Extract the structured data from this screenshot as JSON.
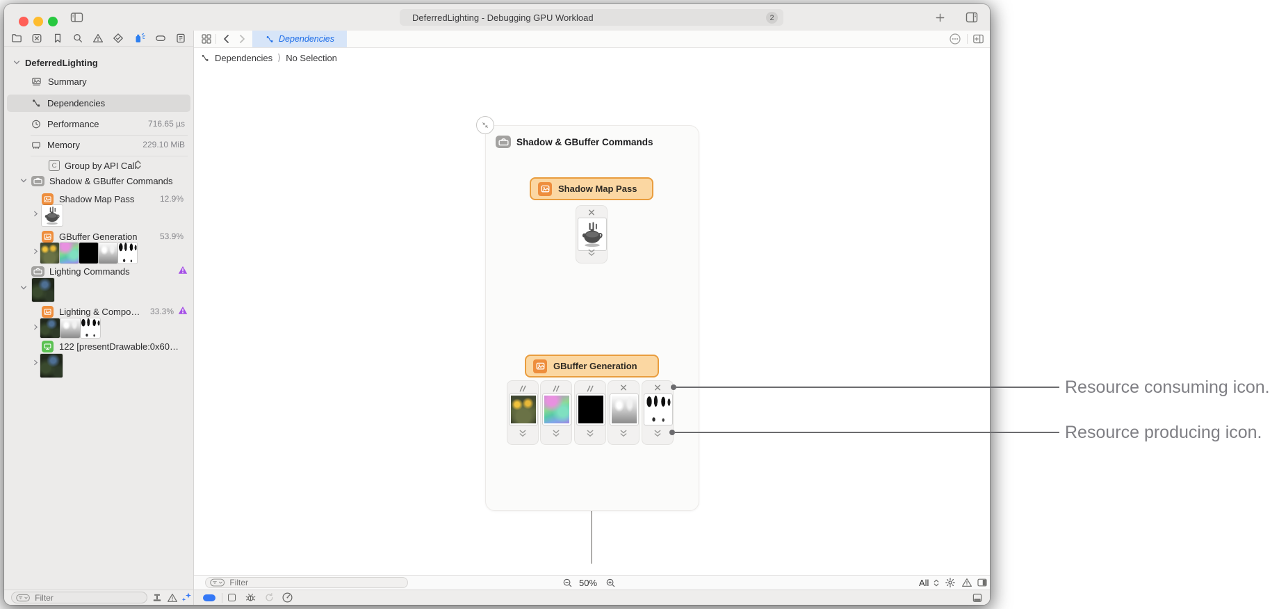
{
  "window": {
    "title": "DeferredLighting - Debugging GPU Workload",
    "tab_badge": "2"
  },
  "sidebar": {
    "project": "DeferredLighting",
    "items": {
      "summary": "Summary",
      "dependencies": "Dependencies",
      "performance": "Performance",
      "performance_value": "716.65 µs",
      "memory": "Memory",
      "memory_value": "229.10 MiB",
      "group_by": "Group by API Call",
      "shadow_group": "Shadow & GBuffer Commands",
      "shadow_pass": "Shadow Map Pass",
      "shadow_pass_value": "12.9%",
      "gbuffer": "GBuffer Generation",
      "gbuffer_value": "53.9%",
      "lighting_group": "Lighting Commands",
      "lighting_pass": "Lighting & Compo…",
      "lighting_pass_value": "33.3%",
      "present_drawable": "122 [presentDrawable:0x60…"
    },
    "filter_placeholder": "Filter"
  },
  "main": {
    "tab_label": "Dependencies",
    "breadcrumb": {
      "root": "Dependencies",
      "separator": "⟩",
      "current": "No Selection"
    },
    "graph": {
      "group_title": "Shadow & GBuffer Commands",
      "shadow_node": "Shadow Map Pass",
      "gbuffer_node": "GBuffer Generation"
    },
    "statusbar": {
      "filter_placeholder": "Filter",
      "zoom_level": "50%",
      "scope": "All"
    }
  },
  "annotations": {
    "consuming": "Resource consuming icon.",
    "producing": "Resource producing icon."
  },
  "icons": {
    "group_by_badge": "C"
  },
  "colors": {
    "node_fill": "#fbd7a2",
    "node_border": "#e99d3e",
    "render_icon": "#ee8e3d",
    "warning_purple": "#a550e6",
    "tab_blue": "#1e6ee8",
    "debug_blue": "#3478f6",
    "present_green": "#5bc152",
    "gray_toolbox": "#a3a2a0"
  }
}
